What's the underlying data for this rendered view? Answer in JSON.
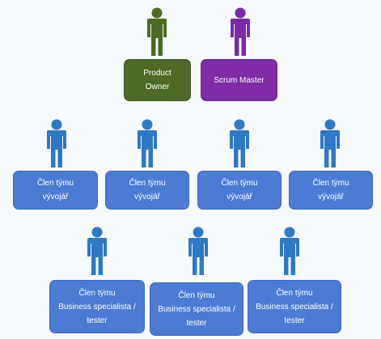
{
  "roles": {
    "product_owner": {
      "line1": "Product",
      "line2": "Owner",
      "color": "#4e6a26",
      "icon": "person-icon"
    },
    "scrum_master": {
      "line1": "Scrum Master",
      "color": "#7e2da6",
      "icon": "person-icon"
    }
  },
  "developers": [
    {
      "line1": "Člen týmu",
      "line2": "vývojář"
    },
    {
      "line1": "Člen týmu",
      "line2": "vývojář"
    },
    {
      "line1": "Člen týmu",
      "line2": "vývojář"
    },
    {
      "line1": "Člen týmu",
      "line2": "vývojář"
    }
  ],
  "specialists": [
    {
      "line1": "Člen týmu",
      "line2": "Business specialista /",
      "line3": "tester"
    },
    {
      "line1": "Člen týmu",
      "line2": "Business specialista /",
      "line3": "tester"
    },
    {
      "line1": "Člen týmu",
      "line2": "Business specialista /",
      "line3": "tester"
    }
  ],
  "colors": {
    "team_box": "#4d7bd4",
    "team_person": "#2d79c5",
    "po_person": "#4b6b22",
    "sm_person": "#7a2aa8"
  }
}
